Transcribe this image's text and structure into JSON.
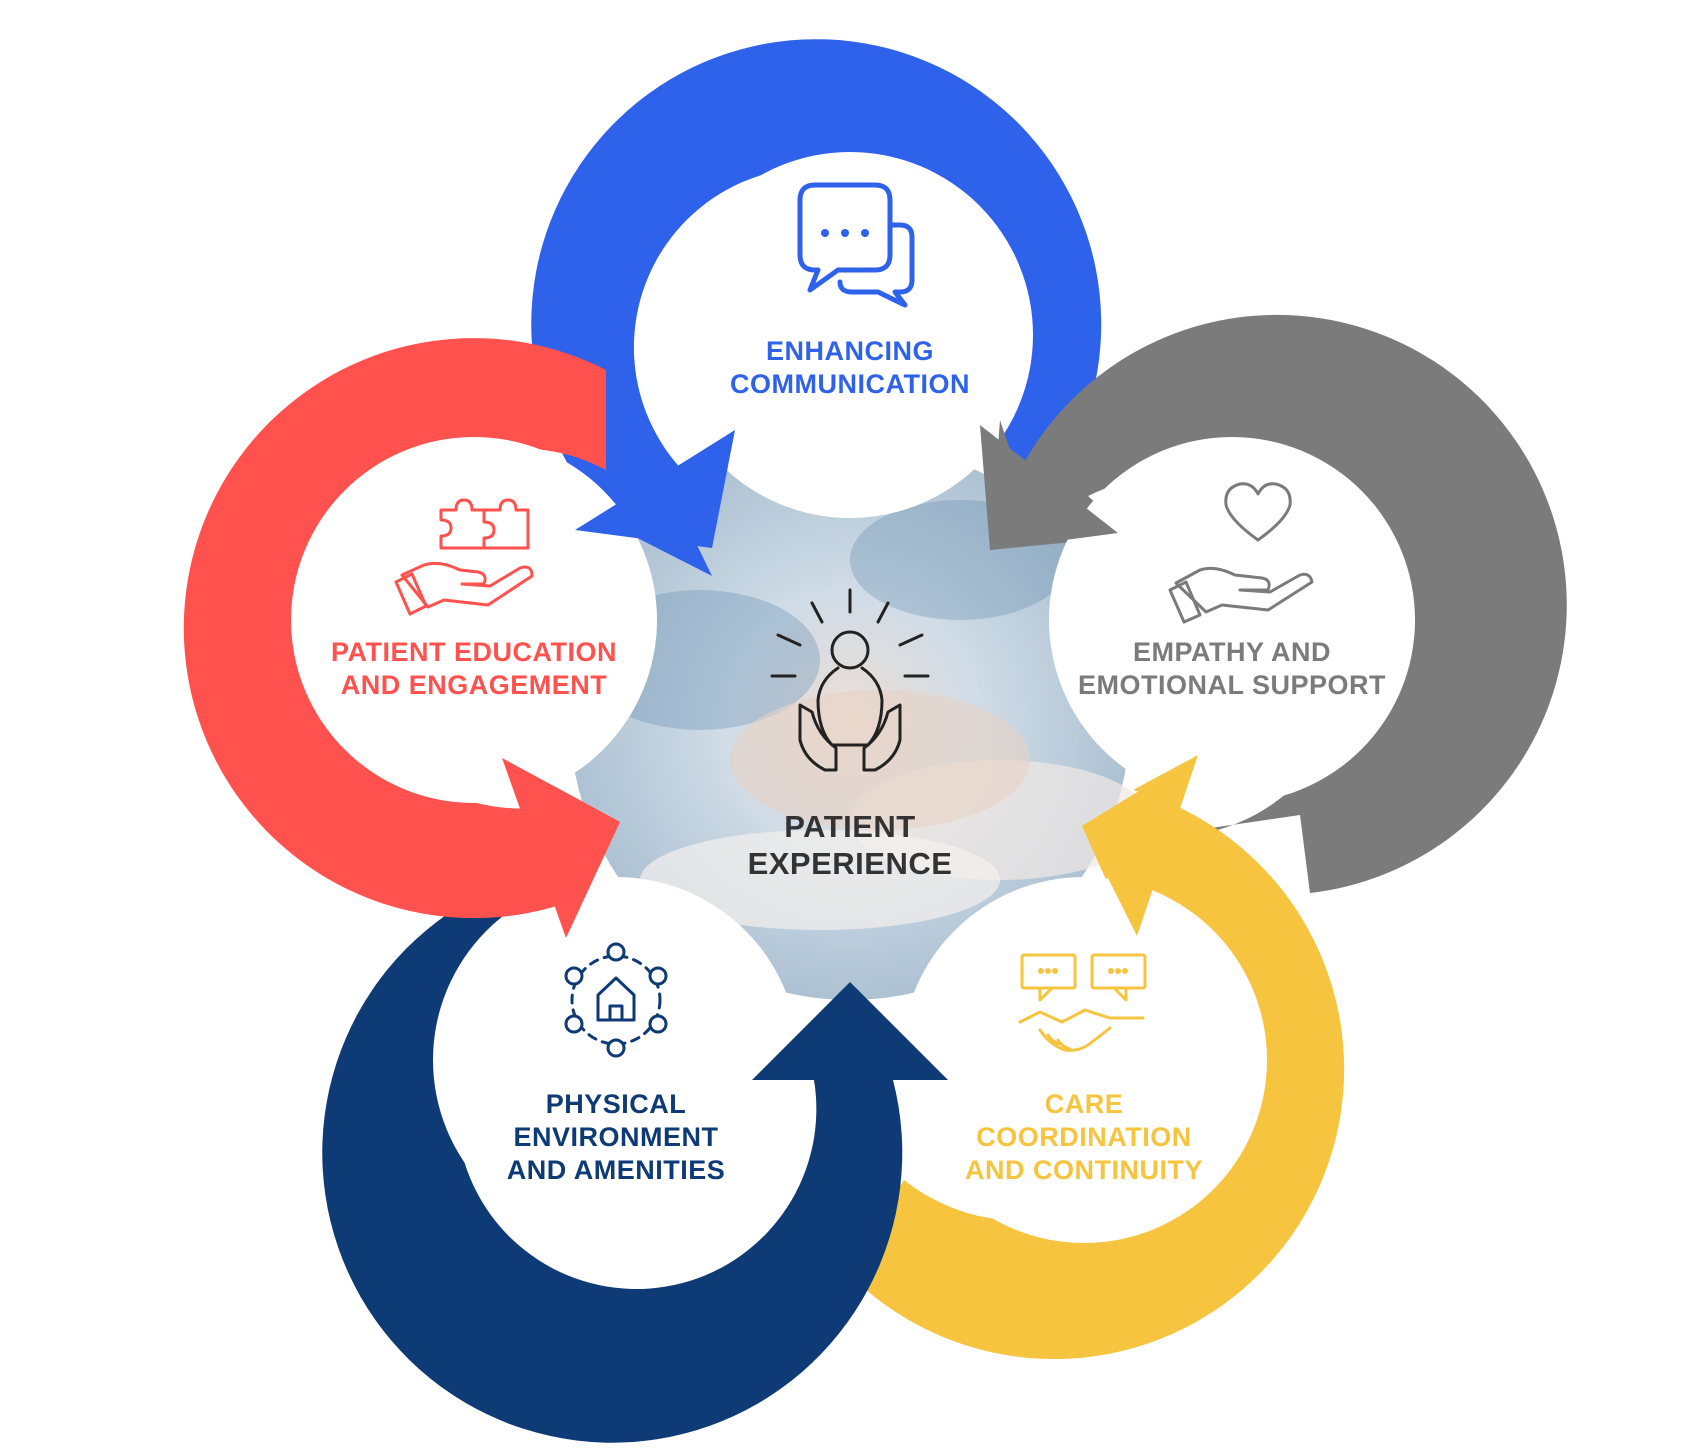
{
  "center": {
    "title_line1": "PATIENT",
    "title_line2": "EXPERIENCE",
    "icon": "person-in-hands-icon",
    "color": "#333333"
  },
  "nodes": [
    {
      "id": "communication",
      "line1": "ENHANCING",
      "line2": "COMMUNICATION",
      "line3": "",
      "color": "#2F62EB",
      "icon": "chat-bubbles-icon"
    },
    {
      "id": "empathy",
      "line1": "EMPATHY AND",
      "line2": "EMOTIONAL SUPPORT",
      "line3": "",
      "color": "#7B7B7B",
      "icon": "heart-in-hand-icon"
    },
    {
      "id": "care",
      "line1": "CARE",
      "line2": "COORDINATION",
      "line3": "AND CONTINUITY",
      "color": "#F6C43F",
      "icon": "handshake-icon"
    },
    {
      "id": "environment",
      "line1": "PHYSICAL",
      "line2": "ENVIRONMENT",
      "line3": "AND AMENITIES",
      "color": "#0E3A75",
      "icon": "house-network-icon"
    },
    {
      "id": "education",
      "line1": "PATIENT EDUCATION",
      "line2": "AND ENGAGEMENT",
      "line3": "",
      "color": "#FF524E",
      "icon": "puzzle-in-hand-icon"
    }
  ]
}
